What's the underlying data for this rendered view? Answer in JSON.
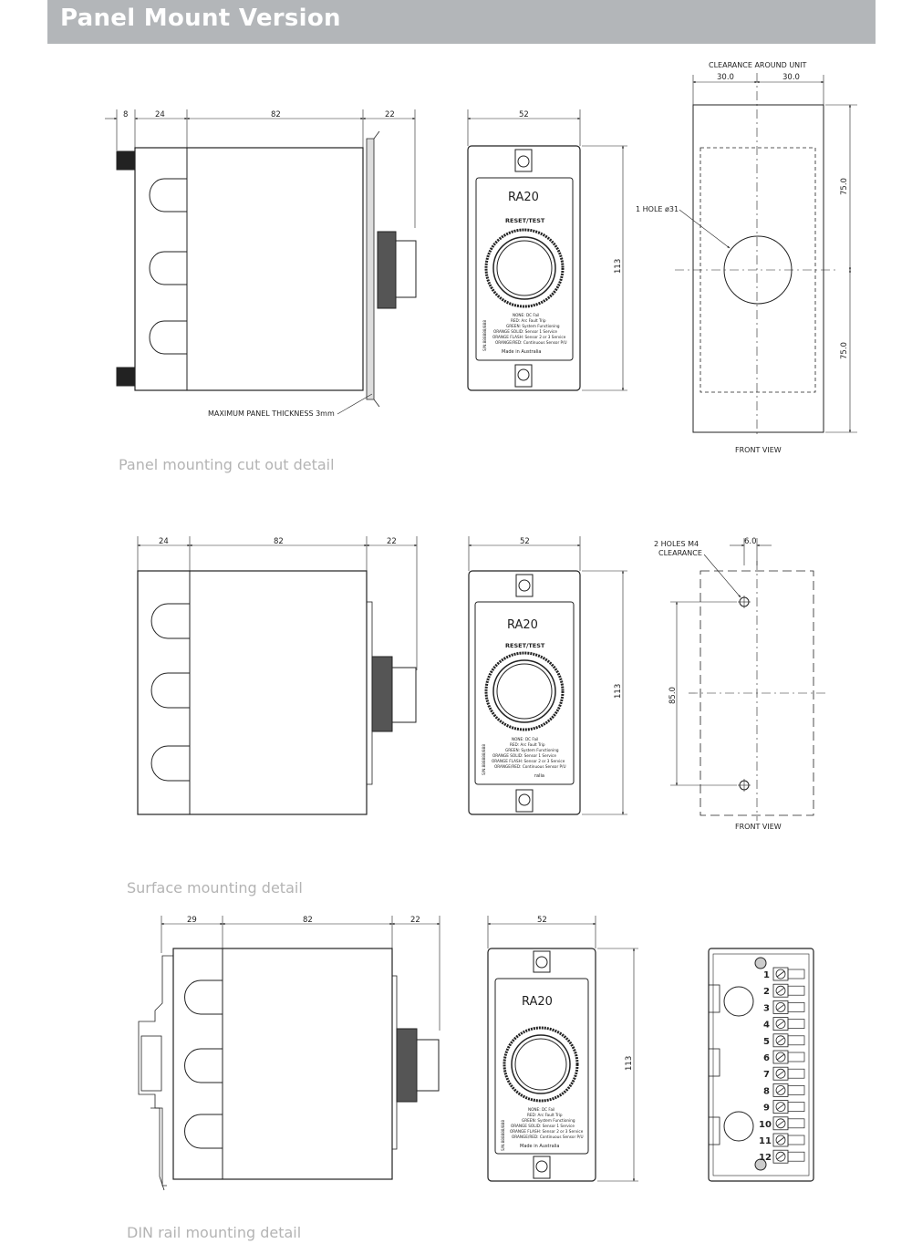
{
  "header": {
    "title": "Panel Mount Version"
  },
  "captions": {
    "panel": "Panel mounting cut out detail",
    "surface": "Surface mounting detail",
    "din": "DIN rail mounting detail"
  },
  "panel_side": {
    "d1": "8",
    "d2": "24",
    "d3": "82",
    "d4": "22",
    "note": "MAXIMUM PANEL THICKNESS 3mm"
  },
  "surface_side": {
    "d1": "24",
    "d2": "82",
    "d3": "22"
  },
  "din_side": {
    "d1": "29",
    "d2": "82",
    "d3": "22"
  },
  "front": {
    "width_dim": "52",
    "height_dim": "113",
    "brand": "RA20",
    "button_label": "RESET/TEST",
    "serial": "S/N:888888/888",
    "made_in": "Made in Australia",
    "legend": [
      "NONE: DC Fail",
      "RED: Arc Fault Trip",
      "GREEN: System Functioning",
      "ORANGE SOLID: Sensor 1 Service",
      "ORANGE FLASH: Sensor 2 or 3 Service",
      "ORANGE/RED: Continuous Sensor P/U"
    ],
    "legend_partial_end": "ralia"
  },
  "cutout": {
    "clearance": "CLEARANCE AROUND UNIT",
    "left": "30.0",
    "right": "30.0",
    "upper": "75.0",
    "lower": "75.0",
    "hole": "1 HOLE ø31",
    "view": "FRONT VIEW"
  },
  "surface_holes": {
    "holes_line1": "2 HOLES M4",
    "holes_line2": "CLEARANCE",
    "offset": "6.0",
    "spacing": "85.0",
    "view": "FRONT VIEW"
  },
  "terminals": [
    "1",
    "2",
    "3",
    "4",
    "5",
    "6",
    "7",
    "8",
    "9",
    "10",
    "11",
    "12"
  ]
}
